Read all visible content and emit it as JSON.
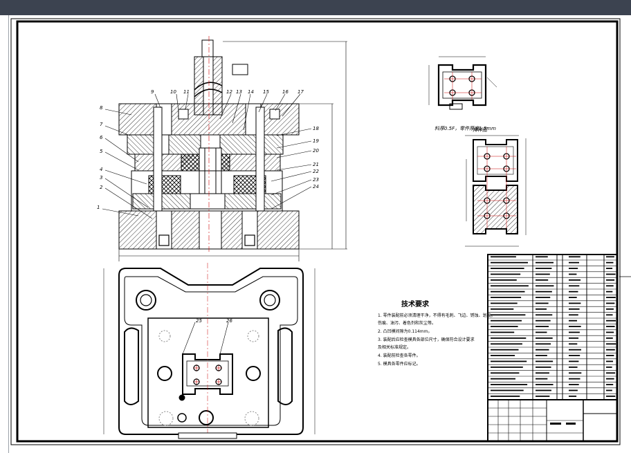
{
  "drawing": {
    "part_numbers_left": [
      "8",
      "7",
      "6",
      "5",
      "4",
      "3",
      "2",
      "1"
    ],
    "part_numbers_top": [
      "9",
      "10",
      "11",
      "12",
      "13",
      "14",
      "15",
      "16",
      "17"
    ],
    "part_numbers_right": [
      "18",
      "19",
      "20",
      "21",
      "22",
      "23",
      "24"
    ],
    "part_numbers_plan": [
      "25",
      "26"
    ],
    "strip_note": "料厚0.5F，零件厚度1.5mm",
    "layout_title": "排样图"
  },
  "requirements": {
    "title": "技术要求",
    "items": [
      "1. 零件装配前必须清理干净，不得有毛刺、飞边、锈蚀、划痕。",
      "   伤痕、油污、着色剂和灰尘等。",
      "2. 凸凹模间隙为0.114mm。",
      "3. 装配后应检查模具各部位尺寸，确保符合设计要求",
      "   及相关标准规定。",
      "4. 装配前检查各零件。",
      "5. 模具各零件应标记。"
    ]
  },
  "colors": {
    "topbar": "#3c4350",
    "line": "#000000",
    "hatch": "#000000",
    "center_line": "#cc0000"
  }
}
